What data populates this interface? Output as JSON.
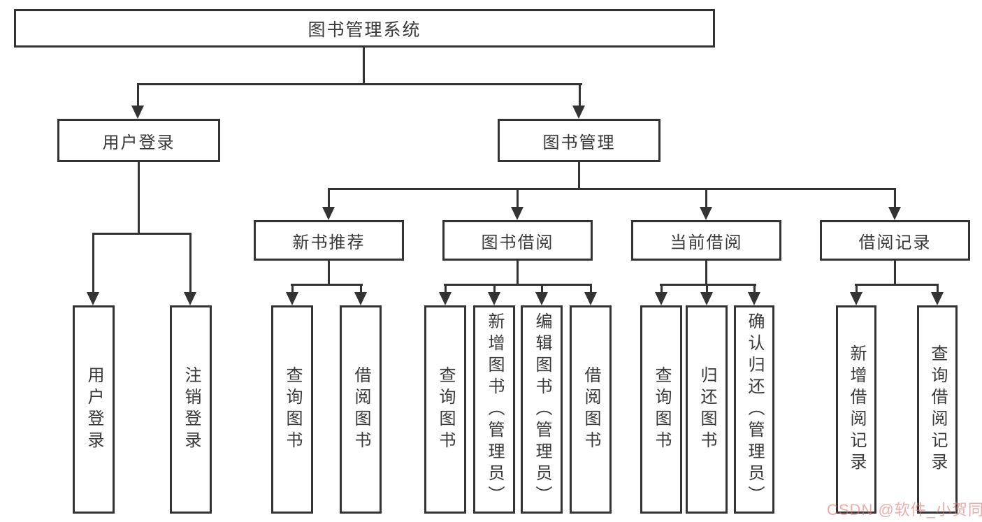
{
  "nodes": {
    "root": {
      "label": "图书管理系统"
    },
    "user_login_module": {
      "label": "用户登录"
    },
    "book_management_module": {
      "label": "图书管理"
    },
    "user_login_leaf": {
      "label": "用户登录"
    },
    "logout_leaf": {
      "label": "注销登录"
    },
    "new_book_recommend": {
      "label": "新书推荐"
    },
    "book_borrowing": {
      "label": "图书借阅"
    },
    "current_borrowing": {
      "label": "当前借阅"
    },
    "borrowing_records": {
      "label": "借阅记录"
    },
    "nbr_query_books": {
      "label": "查询图书"
    },
    "nbr_borrow_books": {
      "label": "借阅图书"
    },
    "bb_query_books": {
      "label": "查询图书"
    },
    "bb_add_books_admin": {
      "label": "新增图书（管理员）"
    },
    "bb_edit_books_admin": {
      "label": "编辑图书（管理员）"
    },
    "bb_borrow_books": {
      "label": "借阅图书"
    },
    "cb_query_books": {
      "label": "查询图书"
    },
    "cb_return_books": {
      "label": "归还图书"
    },
    "cb_confirm_return_admin": {
      "label": "确认归还（管理员）"
    },
    "br_add_record": {
      "label": "新增借阅记录"
    },
    "br_query_record": {
      "label": "查询借阅记录"
    }
  },
  "watermark": {
    "text": "CSDN @软件_小贺同学"
  },
  "colors": {
    "line": "#333333",
    "text": "#383838",
    "background": "#ffffff",
    "watermark": "rgba(224,116,108,0.6)"
  }
}
